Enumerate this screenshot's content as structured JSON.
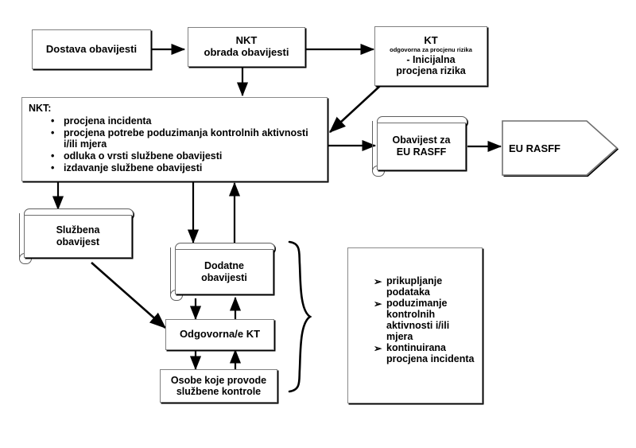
{
  "diagram": {
    "title": "NKT / KT incident notification flowchart",
    "language": "hr",
    "background": "#ffffff",
    "line_color": "#000000",
    "box_border": "#808080"
  },
  "nodes": {
    "dostava": {
      "label": "Dostava obavijesti",
      "shape": "rect"
    },
    "nkt_obrada": {
      "line1": "NKT",
      "line2": "obrada obavijesti",
      "shape": "rect"
    },
    "kt_rizik": {
      "line1": "KT",
      "line2": "odgovorna za procjenu rizika",
      "line3": "- Inicijalna",
      "line4": "procjena rizika",
      "shape": "rect"
    },
    "nkt_main": {
      "heading": "NKT:",
      "shape": "rect",
      "bullet": "•",
      "items": [
        "procjena incidenta",
        "procjena potrebe poduzimanja kontrolnih aktivnosti i/ili mjera",
        "odluka o vrsti službene obavijesti",
        "izdavanje službene obavijesti"
      ]
    },
    "obavijest_rasff": {
      "line1": "Obavijest za",
      "line2": "EU RASFF",
      "shape": "scroll"
    },
    "eu_rasff": {
      "label": "EU RASFF",
      "shape": "pentagon"
    },
    "sluzbena_obavijest": {
      "line1": "Službena",
      "line2": "obavijest",
      "shape": "scroll"
    },
    "dodatne_obavijesti": {
      "line1": "Dodatne",
      "line2": "obavijesti",
      "shape": "scroll"
    },
    "odgovorna_kt": {
      "label": "Odgovorna/e KT",
      "shape": "rect"
    },
    "osobe_kontrole": {
      "line1": "Osobe koje provode",
      "line2": "službene kontrole",
      "shape": "rect"
    },
    "aktivnosti_box": {
      "shape": "rect",
      "bullet": "➢",
      "items": [
        "prikupljanje podataka",
        "poduzimanje kontrolnih aktivnosti i/ili mjera",
        "kontinuirana procjena incidenta"
      ]
    },
    "brace": {
      "symbol": "}",
      "shape": "curly-brace"
    }
  },
  "edges": [
    {
      "from": "dostava",
      "to": "nkt_obrada",
      "type": "arrow-right"
    },
    {
      "from": "nkt_obrada",
      "to": "kt_rizik",
      "type": "arrow-right"
    },
    {
      "from": "nkt_obrada",
      "to": "nkt_main",
      "type": "arrow-down"
    },
    {
      "from": "kt_rizik",
      "to": "nkt_main",
      "type": "arrow-diagonal"
    },
    {
      "from": "nkt_main",
      "to": "obavijest_rasff",
      "type": "arrow-right"
    },
    {
      "from": "obavijest_rasff",
      "to": "eu_rasff",
      "type": "arrow-right"
    },
    {
      "from": "nkt_main",
      "to": "sluzbena_obavijest",
      "type": "arrow-down"
    },
    {
      "from": "nkt_main",
      "to": "dodatne_obavijesti",
      "type": "arrow-down"
    },
    {
      "from": "dodatne_obavijesti",
      "to": "nkt_main",
      "type": "arrow-up"
    },
    {
      "from": "sluzbena_obavijest",
      "to": "odgovorna_kt",
      "type": "arrow-diagonal"
    },
    {
      "from": "dodatne_obavijesti",
      "to": "odgovorna_kt",
      "type": "arrow-down"
    },
    {
      "from": "odgovorna_kt",
      "to": "dodatne_obavijesti",
      "type": "arrow-up"
    },
    {
      "from": "odgovorna_kt",
      "to": "osobe_kontrole",
      "type": "arrow-down"
    },
    {
      "from": "osobe_kontrole",
      "to": "odgovorna_kt",
      "type": "arrow-up"
    }
  ]
}
